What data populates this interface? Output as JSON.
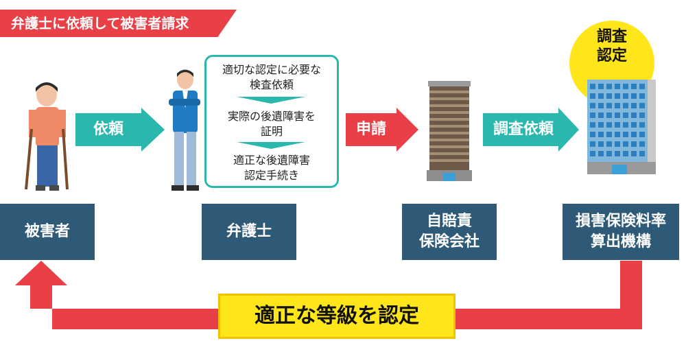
{
  "title": "弁護士に依頼して被害者請求",
  "arrows": {
    "irai": "依頼",
    "shinsei": "申請",
    "chousa_irai": "調査依頼"
  },
  "steps": {
    "step1": [
      "適切な認定に必要な",
      "検査依頼"
    ],
    "step2": [
      "実際の後遺障害を",
      "証明"
    ],
    "step3": [
      "適正な後遺障害",
      "認定手続き"
    ]
  },
  "circle_label": [
    "調査",
    "認定"
  ],
  "boxes": {
    "victim": "被害者",
    "lawyer": "弁護士",
    "insurer": [
      "自賠責",
      "保険会社"
    ],
    "organization": [
      "損害保険料率",
      "算出機構"
    ]
  },
  "banner": "適正な等級を認定",
  "colors": {
    "teal": "#2ab7ad",
    "red": "#e84046",
    "navy": "#2e5a78",
    "yellow": "#ffe61a"
  }
}
